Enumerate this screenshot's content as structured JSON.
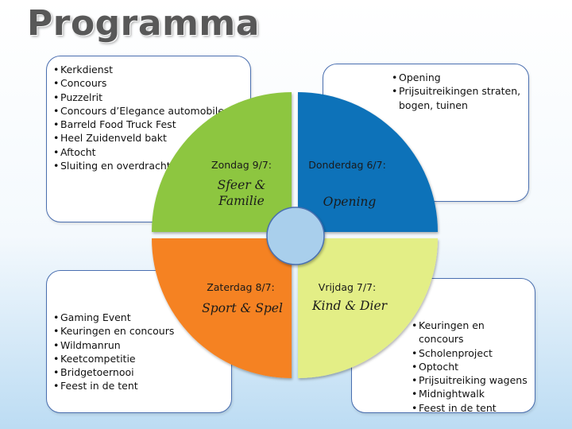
{
  "slide": {
    "title": "Programma"
  },
  "colors": {
    "sunday": "#8dc63f",
    "thursday": "#0e72b9",
    "saturday": "#f58220",
    "friday": "#e3ee86",
    "center": "#a9cfec"
  },
  "quadrants": {
    "sunday": {
      "day": "Zondag 9/7:",
      "theme_lines": [
        "Sfeer &",
        "Familie"
      ]
    },
    "thursday": {
      "day": "Donderdag 6/7:",
      "theme_lines": [
        "Opening"
      ]
    },
    "saturday": {
      "day": "Zaterdag 8/7:",
      "theme_lines": [
        "Sport & Spel"
      ]
    },
    "friday": {
      "day": "Vrijdag 7/7:",
      "theme_lines": [
        "Kind & Dier"
      ]
    }
  },
  "lists": {
    "sunday": [
      "Kerkdienst",
      "Concours",
      "Puzzelrit",
      "Concours d’Elegance automobile",
      "Barreld Food Truck Fest",
      "Heel Zuidenveld bakt",
      "Aftocht",
      "Sluiting en overdracht"
    ],
    "thursday": [
      "Opening",
      "Prijsuitreikingen straten, bogen, tuinen"
    ],
    "saturday": [
      "Gaming Event",
      "Keuringen en concours",
      "Wildmanrun",
      "Keetcompetitie",
      "Bridgetoernooi",
      "Feest in de tent"
    ],
    "friday": [
      "Keuringen en concours",
      "Scholenproject",
      "Optocht",
      "Prijsuitreiking wagens",
      "Midnightwalk",
      "Feest in de tent"
    ]
  }
}
